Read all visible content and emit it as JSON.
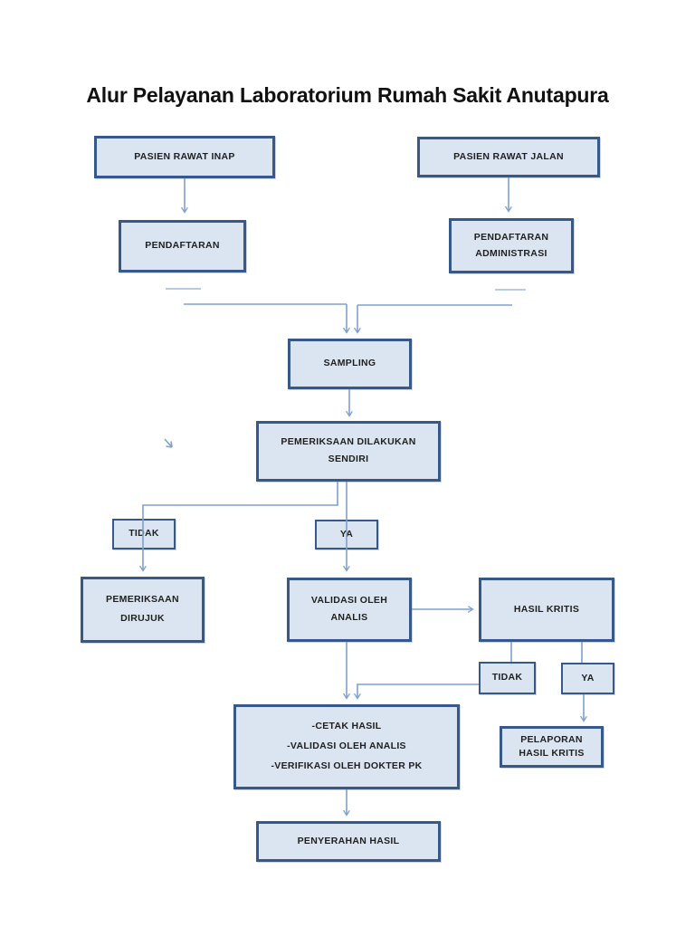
{
  "page": {
    "title": "Alur Pelayanan Laboratorium Rumah Sakit Anutapura"
  },
  "flowchart": {
    "nodes": {
      "pasien_rawat_inap": {
        "label": "PASIEN RAWAT INAP"
      },
      "pasien_rawat_jalan": {
        "label": "PASIEN RAWAT JALAN"
      },
      "pendaftaran": {
        "label": "PENDAFTARAN"
      },
      "pendaftaran_administrasi": {
        "line1": "PENDAFTARAN",
        "line2": "ADMINISTRASI"
      },
      "sampling": {
        "label": "SAMPLING"
      },
      "pemeriksaan_sendiri": {
        "line1": "PEMERIKSAAN DILAKUKAN",
        "line2": "SENDIRI"
      },
      "tidak_1": {
        "label": "TIDAK"
      },
      "ya_1": {
        "label": "YA"
      },
      "pemeriksaan_dirujuk": {
        "line1": "PEMERIKSAAN",
        "line2": "DIRUJUK"
      },
      "validasi_analis": {
        "line1": "VALIDASI OLEH",
        "line2": "ANALIS"
      },
      "hasil_kritis": {
        "label": "HASIL KRITIS"
      },
      "tidak_2": {
        "label": "TIDAK"
      },
      "ya_2": {
        "label": "YA"
      },
      "proses_hasil": {
        "line1": "-CETAK HASIL",
        "line2": "-VALIDASI OLEH ANALIS",
        "line3": "-VERIFIKASI OLEH DOKTER PK"
      },
      "pelaporan_hasil_kritis": {
        "line1": "PELAPORAN",
        "line2": "HASIL KRITIS"
      },
      "penyerahan_hasil": {
        "label": "PENYERAHAN HASIL"
      }
    },
    "colors": {
      "box_fill": "#dbe5f1",
      "box_border": "#36598a",
      "connector": "#7da0cc",
      "connector_light": "#9fb8da",
      "text": "#1f1f1f"
    }
  }
}
